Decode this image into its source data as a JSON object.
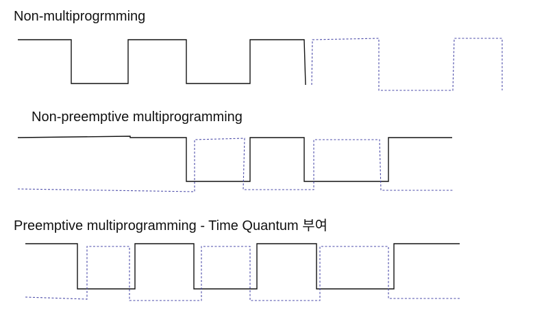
{
  "sections": [
    {
      "title": "Non-multiprogrmming"
    },
    {
      "title": "Non-preemptive multiprogramming"
    },
    {
      "title": "Preemptive multiprogramming - Time Quantum 부여"
    }
  ],
  "colors": {
    "process_a": "#111111",
    "process_b": "#4a4aa8"
  }
}
